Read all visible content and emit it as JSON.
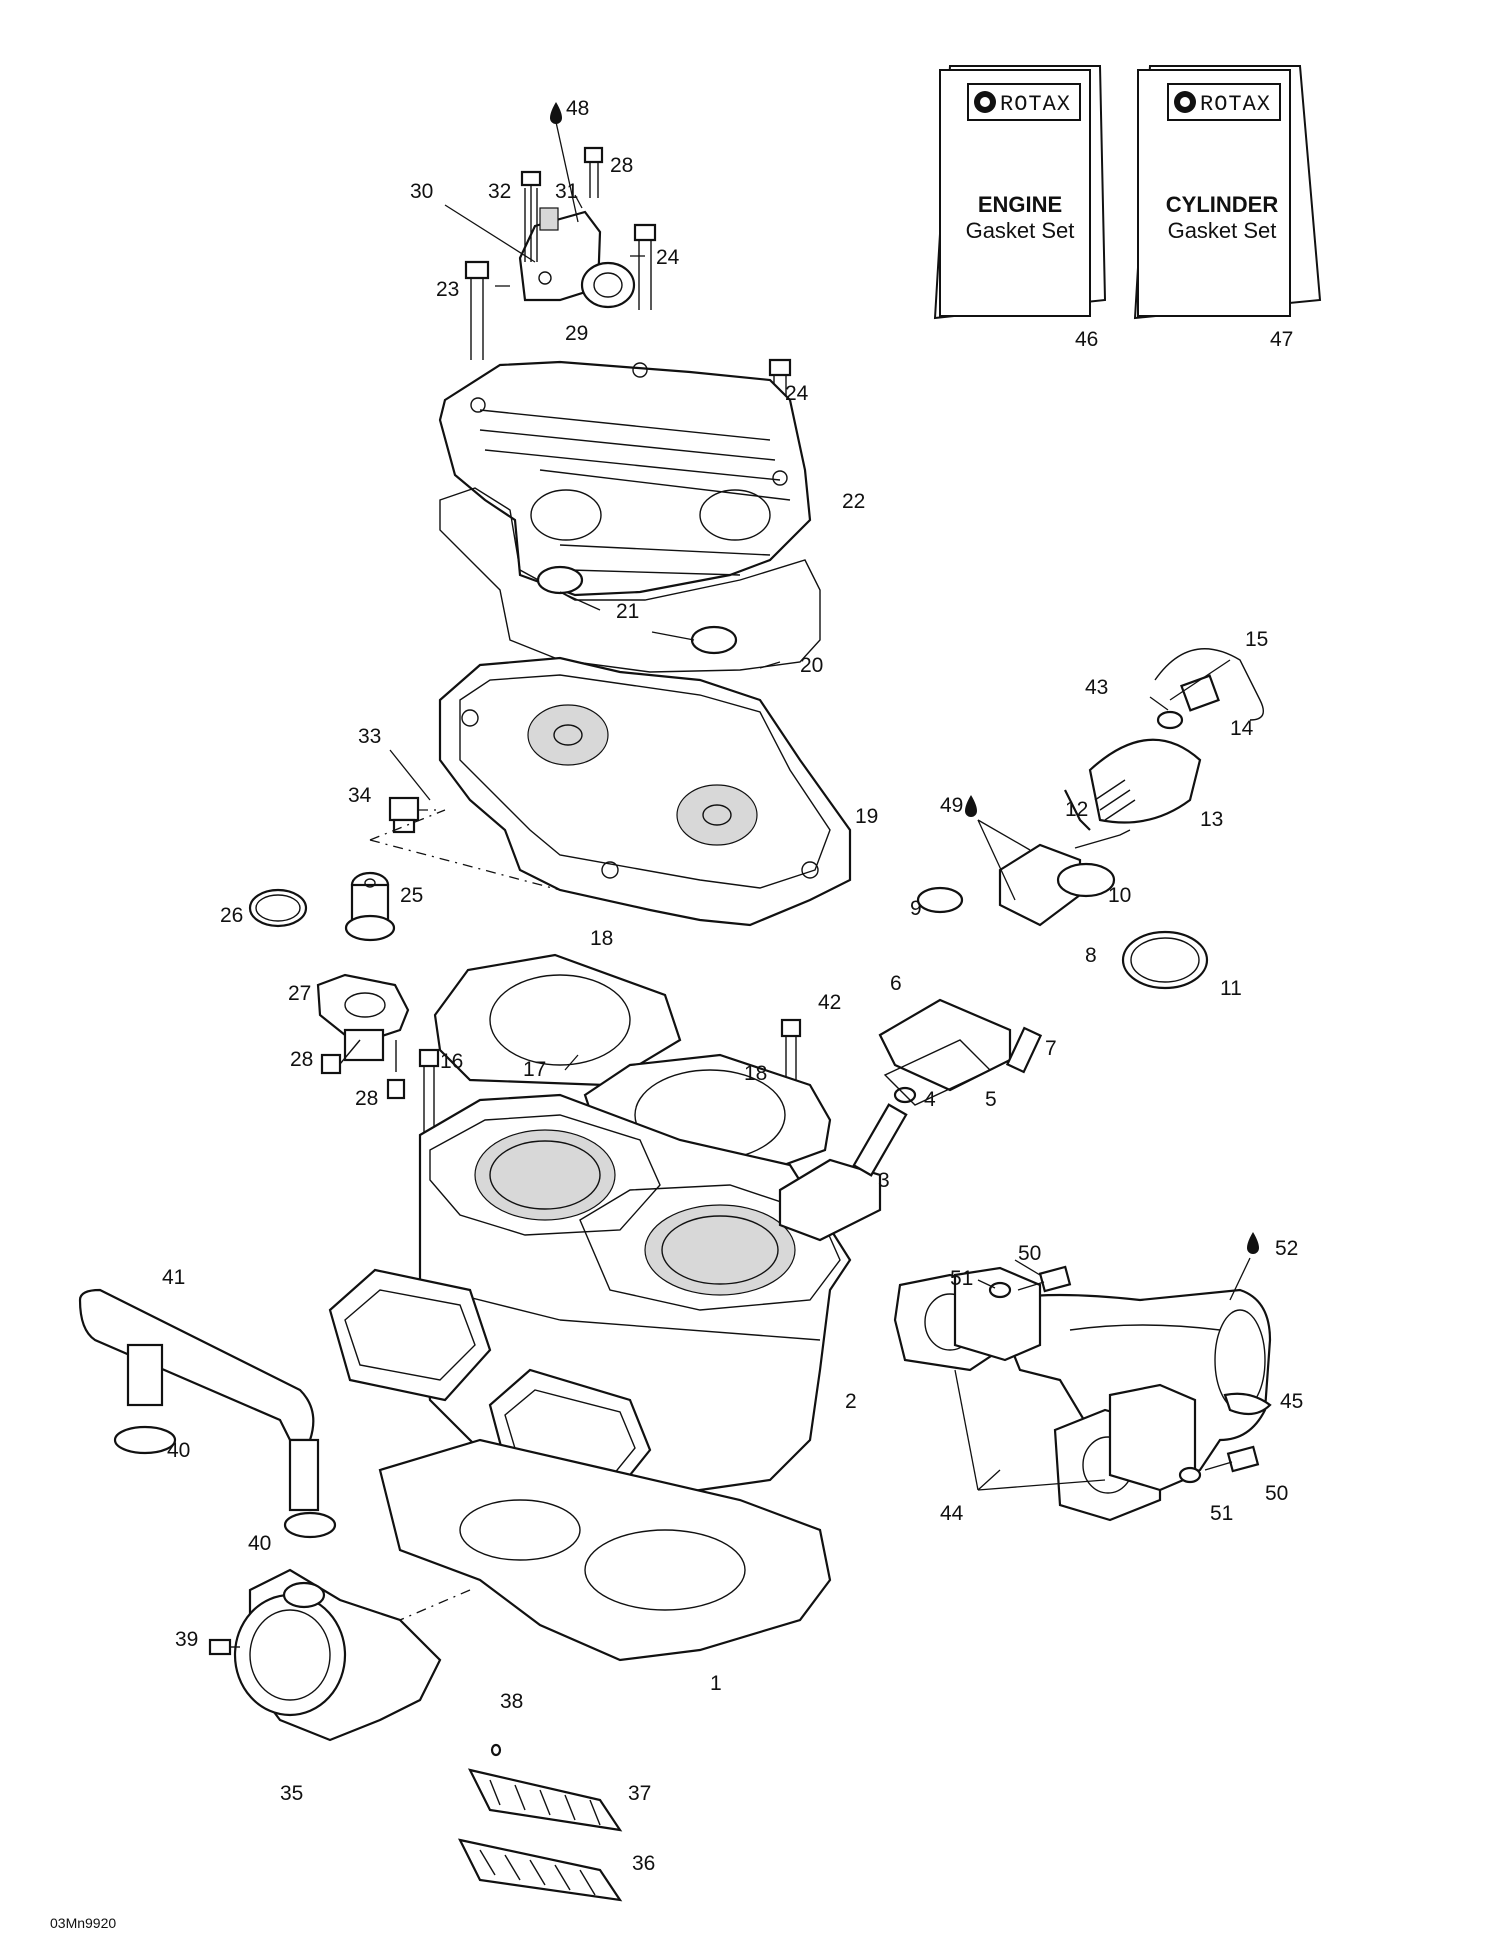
{
  "drawing_ref": "03Mn9920",
  "booklets": [
    {
      "brand": "ROTAX",
      "title": "ENGINE",
      "subtitle": "Gasket Set",
      "number": "46"
    },
    {
      "brand": "ROTAX",
      "title": "CYLINDER",
      "subtitle": "Gasket Set",
      "number": "47"
    }
  ],
  "callouts": {
    "c1": "1",
    "c2": "2",
    "c3": "3",
    "c4": "4",
    "c5": "5",
    "c6": "6",
    "c7": "7",
    "c8": "8",
    "c9": "9",
    "c10": "10",
    "c11": "11",
    "c12": "12",
    "c13": "13",
    "c14": "14",
    "c15": "15",
    "c16": "16",
    "c17": "17",
    "c18a": "18",
    "c18b": "18",
    "c19": "19",
    "c20": "20",
    "c21": "21",
    "c22": "22",
    "c23": "23",
    "c24a": "24",
    "c24b": "24",
    "c25": "25",
    "c26": "26",
    "c27": "27",
    "c28a": "28",
    "c28b": "28",
    "c28c": "28",
    "c29": "29",
    "c30": "30",
    "c31": "31",
    "c32": "32",
    "c33": "33",
    "c34": "34",
    "c35": "35",
    "c36": "36",
    "c37": "37",
    "c38": "38",
    "c39": "39",
    "c40a": "40",
    "c40b": "40",
    "c41": "41",
    "c42": "42",
    "c43": "43",
    "c44": "44",
    "c45": "45",
    "c48": "48",
    "c49": "49",
    "c50a": "50",
    "c50b": "50",
    "c51a": "51",
    "c51b": "51",
    "c52": "52"
  }
}
